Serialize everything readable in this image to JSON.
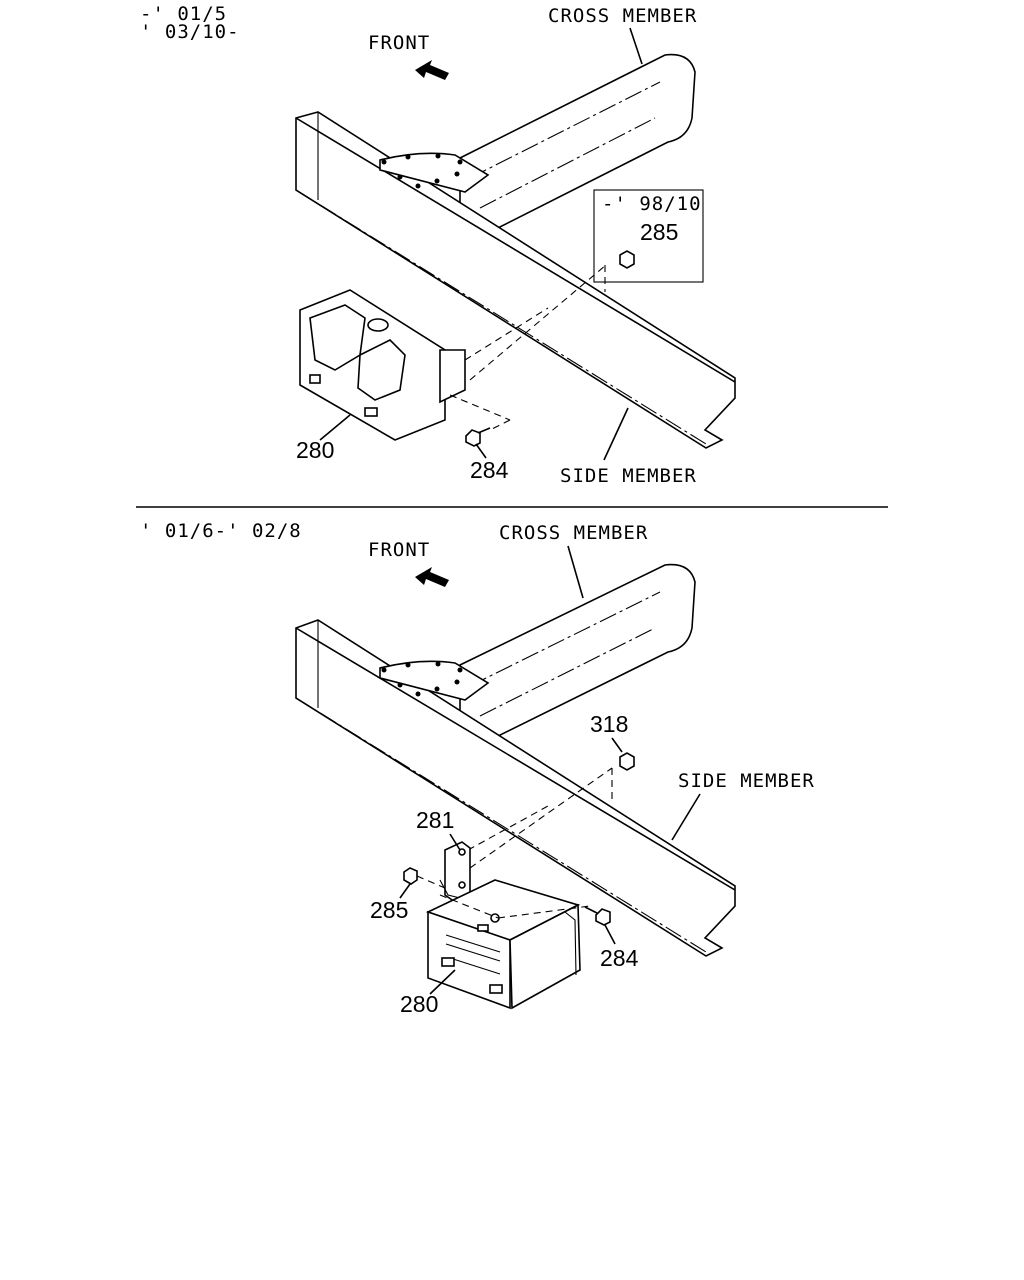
{
  "top": {
    "date_line1": "-' 01/5",
    "date_line2": "' 03/10-",
    "front": "FRONT",
    "cross_member": "CROSS MEMBER",
    "side_member": "SIDE MEMBER",
    "inset_date": "-' 98/10",
    "parts": {
      "p285": "285",
      "p280": "280",
      "p284": "284"
    }
  },
  "bottom": {
    "date": "' 01/6-' 02/8",
    "front": "FRONT",
    "cross_member": "CROSS MEMBER",
    "side_member": "SIDE MEMBER",
    "parts": {
      "p318": "318",
      "p281": "281",
      "p285": "285",
      "p284": "284",
      "p280": "280"
    }
  }
}
